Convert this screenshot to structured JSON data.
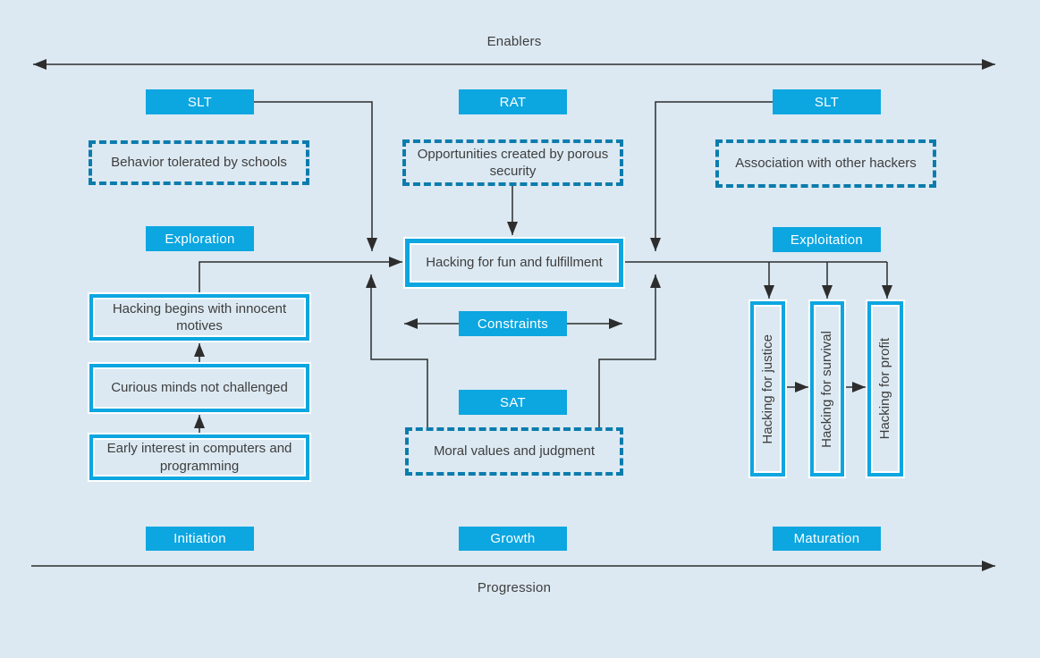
{
  "colors": {
    "background": "#dce9f2",
    "accent_cyan": "#0ca6e0",
    "dashed_teal": "#0b7cad",
    "line": "#2d2d2d",
    "text": "#3e3e3e",
    "chip_text": "#ffffff"
  },
  "axes": {
    "top": "Enablers",
    "bottom": "Progression"
  },
  "chips": {
    "slt_left": "SLT",
    "rat": "RAT",
    "slt_right": "SLT",
    "exploration": "Exploration",
    "exploitation": "Exploitation",
    "constraints": "Constraints",
    "sat": "SAT",
    "initiation": "Initiation",
    "growth": "Growth",
    "maturation": "Maturation"
  },
  "enablers": {
    "left": "Behavior tolerated by schools",
    "center": "Opportunities created by porous security",
    "right": "Association with other hackers"
  },
  "core": "Hacking for fun and fulfillment",
  "origin_path": {
    "step1": "Early interest in computers and programming",
    "step2": "Curious minds not challenged",
    "step3": "Hacking begins with innocent motives"
  },
  "constraint": "Moral values and judgment",
  "outcomes": {
    "justice": "Hacking for justice",
    "survival": "Hacking for survival",
    "profit": "Hacking for profit"
  }
}
